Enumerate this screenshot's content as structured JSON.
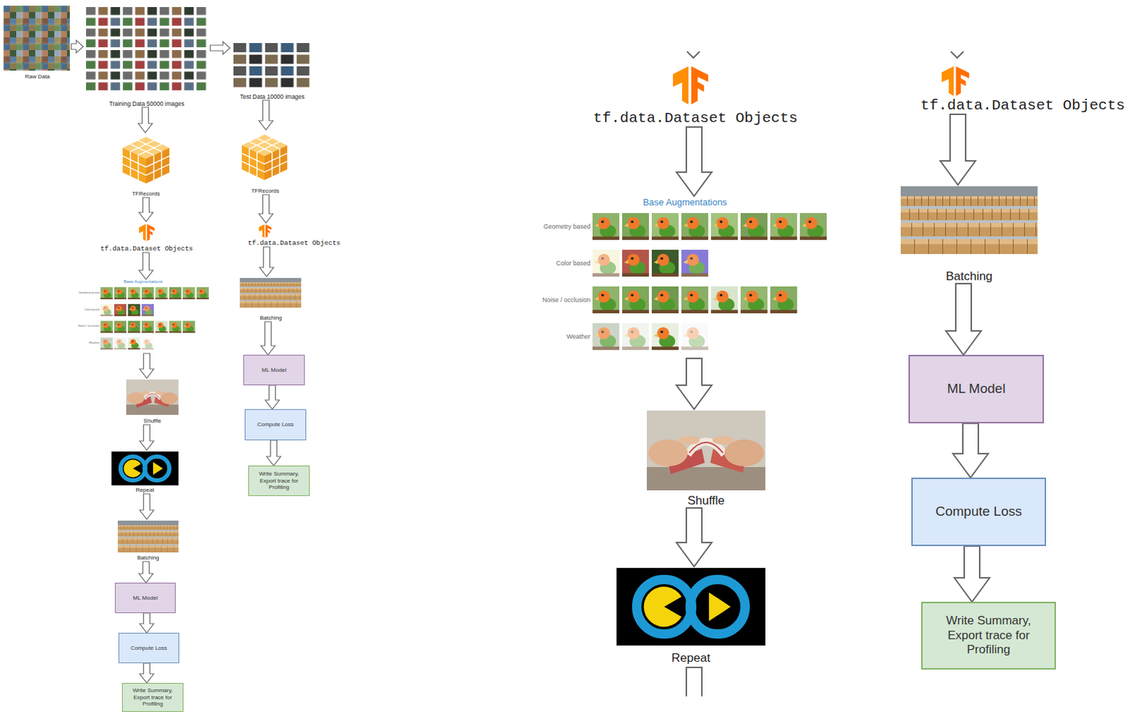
{
  "diagram": {
    "nodes": [
      {
        "text": [
          "Raw Data"
        ]
      },
      {
        "text": [
          "Training Data 50000 images"
        ]
      },
      {
        "text": [
          "Test Data 10000 images"
        ]
      },
      {
        "text": [
          "TFRecords"
        ]
      },
      {
        "text": [
          "tf.data.Dataset Objects"
        ]
      },
      {
        "text": [
          "Base Augmentations",
          "Geometry based",
          "Color based",
          "Noise / occlusion",
          "Weather"
        ]
      },
      {
        "text": [
          "Shuffle"
        ]
      },
      {
        "text": [
          "Repeat"
        ]
      },
      {
        "text": [
          "Batching"
        ]
      },
      {
        "text": [
          "ML Model"
        ]
      },
      {
        "text": [
          "Compute Loss"
        ]
      },
      {
        "text": [
          "Write Summary, Export trace for Profiling"
        ]
      },
      {
        "text": [
          "TFRecords"
        ]
      },
      {
        "text": [
          "tf.data.Dataset Objects"
        ]
      },
      {
        "text": [
          "Batching"
        ]
      },
      {
        "text": [
          "ML Model"
        ]
      },
      {
        "text": [
          "Compute Loss"
        ]
      },
      {
        "text": [
          "Write Summary, Export trace for Profiling"
        ]
      },
      {
        "text": [
          "tf.data.Dataset Objects"
        ]
      },
      {
        "text": [
          "Base Augmentations",
          "Geometry based",
          "Color based",
          "Noise / occlusion",
          "Weather"
        ]
      },
      {
        "text": [
          "Shuffle"
        ]
      },
      {
        "text": [
          "Repeat"
        ]
      },
      {
        "text": [
          "tf.data.Dataset Objects"
        ]
      },
      {
        "text": [
          "Batching"
        ]
      },
      {
        "text": [
          "ML Model"
        ]
      },
      {
        "text": [
          "Compute Loss"
        ]
      },
      {
        "text": [
          "Write Summary, Export trace for Profiling"
        ]
      }
    ],
    "edges": [
      {
        "from": 0,
        "to": 1,
        "arrow": "to"
      },
      {
        "from": 1,
        "to": 2,
        "arrow": "to"
      },
      {
        "from": 1,
        "to": 3,
        "arrow": "to"
      },
      {
        "from": 3,
        "to": 4,
        "arrow": "to"
      },
      {
        "from": 4,
        "to": 5,
        "arrow": "to"
      },
      {
        "from": 5,
        "to": 6,
        "arrow": "to"
      },
      {
        "from": 6,
        "to": 7,
        "arrow": "to"
      },
      {
        "from": 7,
        "to": 8,
        "arrow": "to"
      },
      {
        "from": 8,
        "to": 9,
        "arrow": "to"
      },
      {
        "from": 9,
        "to": 10,
        "arrow": "to"
      },
      {
        "from": 10,
        "to": 11,
        "arrow": "to"
      },
      {
        "from": 2,
        "to": 12,
        "arrow": "to"
      },
      {
        "from": 12,
        "to": 13,
        "arrow": "to"
      },
      {
        "from": 13,
        "to": 14,
        "arrow": "to"
      },
      {
        "from": 14,
        "to": 15,
        "arrow": "to"
      },
      {
        "from": 15,
        "to": 16,
        "arrow": "to"
      },
      {
        "from": 16,
        "to": 17,
        "arrow": "to"
      },
      {
        "from": 18,
        "to": 19,
        "arrow": "to"
      },
      {
        "from": 19,
        "to": 20,
        "arrow": "to"
      },
      {
        "from": 20,
        "to": 21,
        "arrow": "to"
      },
      {
        "from": 22,
        "to": 23,
        "arrow": "to"
      },
      {
        "from": 23,
        "to": 24,
        "arrow": "to"
      },
      {
        "from": 24,
        "to": 25,
        "arrow": "to"
      },
      {
        "from": 25,
        "to": 26,
        "arrow": "to"
      }
    ]
  }
}
